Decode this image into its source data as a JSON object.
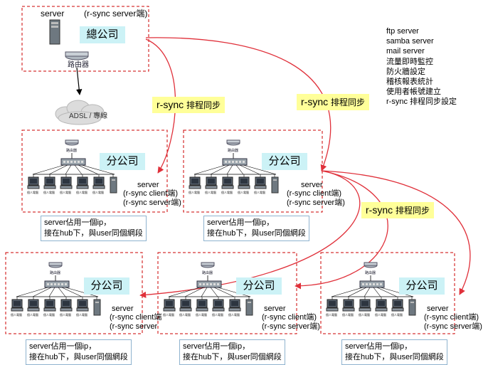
{
  "hq": {
    "server_label": "server",
    "rsync_label": "(r-sync server端)",
    "office_label": "總公司",
    "router_label": "路由器",
    "adsl_label": "ADSL / 專線"
  },
  "features": [
    "ftp server",
    "samba server",
    "mail server",
    "流量即時監控",
    "防火牆設定",
    "稽核報表統計",
    "使用者帳號建立",
    " r-sync 排程同步設定"
  ],
  "rsync_tags": [
    {
      "main": "r-sync",
      "sub": "排程同步"
    },
    {
      "main": "r-sync",
      "sub": "排程同步"
    },
    {
      "main": "r-sync",
      "sub": "排程同步"
    }
  ],
  "branches": [
    {
      "office": "分公司",
      "server": "server",
      "client": "(r-sync  client端)",
      "srv": "(r-sync server端)",
      "note1": "server佔用一個ip，",
      "note2": "接在hub下，與user同個網段"
    },
    {
      "office": "分公司",
      "server": "server",
      "client": "(r-sync  client端)",
      "srv": "(r-sync server端)",
      "note1": "server佔用一個ip，",
      "note2": "接在hub下，與user同個網段"
    },
    {
      "office": "分公司",
      "server": "server",
      "client": "(r-sync  client端",
      "srv": "(r-sync server",
      "note1": "server佔用一個ip，",
      "note2": "接在hub下，與user同個網段"
    },
    {
      "office": "分公司",
      "server": "server",
      "client": "(r-sync  client端)",
      "srv": "(r-sync server端)",
      "note1": "server佔用一個ip，",
      "note2": "接在hub下，與user同個網段"
    },
    {
      "office": "分公司",
      "server": "server",
      "client": "(r-sync  client端)",
      "srv": "(r-sync server端)",
      "note1": "server佔用一個ip，",
      "note2": "接在hub下，與user同個網段"
    }
  ],
  "pc_label": "個人電腦",
  "colors": {
    "dashed_border": "#cc0000",
    "arrow": "#e0303a",
    "office_fill": "#ccf2f6",
    "tag_fill": "#ffff99"
  }
}
